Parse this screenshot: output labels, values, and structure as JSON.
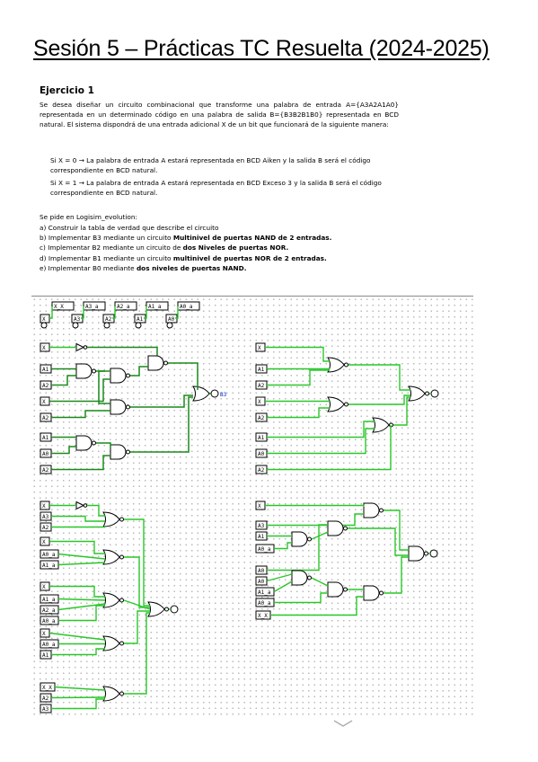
{
  "title": "Sesión 5 – Prácticas TC Resuelta (2024-2025)",
  "exercise_title": "Ejercicio 1",
  "statement": "Se desea diseñar un circuito combinacional que transforme una palabra de entrada A={A3A2A1A0} representada en un determinado código en una palabra de salida B={B3B2B1B0} representada en BCD natural. El sistema dispondrá de una entrada adicional X de un bit que funcionará de la siguiente manera:",
  "condition_1": "Si X = 0 → La palabra de entrada A estará representada en BCD Aiken y la salida B será el código correspondiente en BCD natural.",
  "condition_2": "Si X = 1 → La palabra de entrada A estará representada en BCD Exceso 3 y la salida B será el código correspondiente en BCD natural.",
  "asks_label": "Se pide en Logisim_evolution:",
  "asks": [
    {
      "prefix": "a)",
      "text": "Construir la tabla de verdad que describe el circuito",
      "bold": ""
    },
    {
      "prefix": "b)",
      "text": "Implementar B3 mediante un circuito ",
      "bold": "Multinivel de puertas NAND de 2 entradas."
    },
    {
      "prefix": "c)",
      "text": "Implementar B2 mediante un circuito de ",
      "bold": "dos Niveles de puertas NOR."
    },
    {
      "prefix": "d)",
      "text": "Implementar B1 mediante un circuito ",
      "bold": "multinivel de puertas NOR de 2 entradas."
    },
    {
      "prefix": "e)",
      "text": "Implementar B0 mediante ",
      "bold": "dos niveles de puertas NAND."
    }
  ],
  "circuit": {
    "top_inputs": [
      "X",
      "A3",
      "A2",
      "A1",
      "A0"
    ],
    "tunnel_labels": [
      "X_X",
      "A3_a",
      "A2_a",
      "A1_a",
      "A0_a"
    ],
    "b3_inputs": [
      "X",
      "A1",
      "A2",
      "X",
      "A2",
      "A1",
      "A0",
      "A2"
    ],
    "b3_output": "B3",
    "b2_inputs": [
      "X",
      "A1",
      "A2",
      "X",
      "A2",
      "A1",
      "A0",
      "A2"
    ],
    "b1_inputs": [
      "X",
      "A3",
      "A2",
      "X",
      "A0_a",
      "A1_a",
      "X",
      "A1_a",
      "A2_a",
      "A0_a",
      "X",
      "A0_a",
      "A1",
      "X_X",
      "A2",
      "A3"
    ],
    "b0_inputs": [
      "X",
      "A3",
      "A1",
      "A0_a",
      "A0",
      "A0",
      "A1_a",
      "A0_a",
      "X_X"
    ]
  },
  "colors": {
    "wire_dark": "#1a8a1a",
    "wire_light": "#29c729",
    "grid_dot": "#b9b9b9"
  }
}
